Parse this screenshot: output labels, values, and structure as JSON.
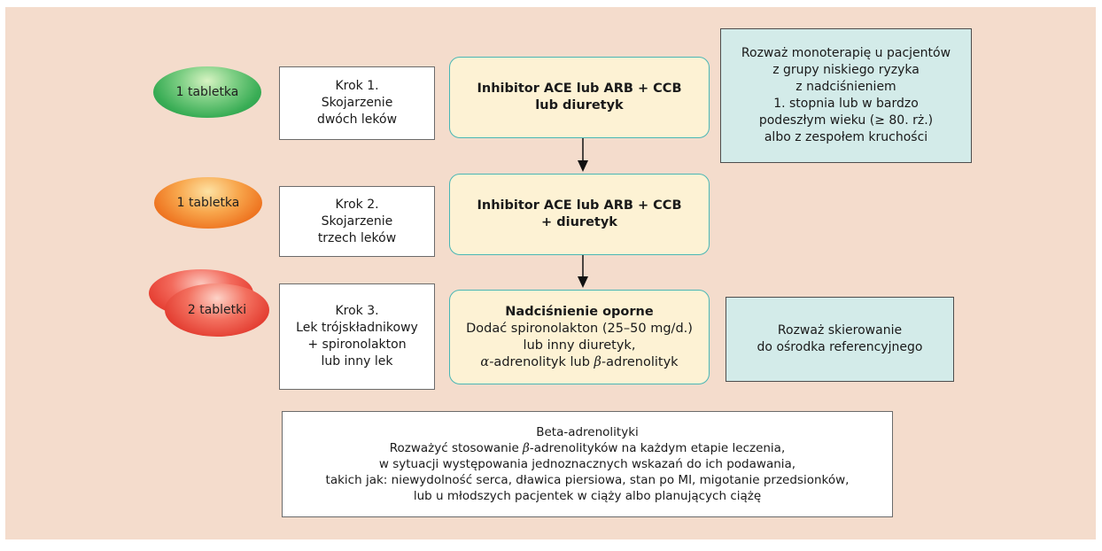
{
  "pills": {
    "step1": "1 tabletka",
    "step2": "1 tabletka",
    "step3": "2 tabletki"
  },
  "steps": {
    "step1": [
      "Krok 1.",
      "Skojarzenie",
      "dwóch leków"
    ],
    "step2": [
      "Krok 2.",
      "Skojarzenie",
      "trzech leków"
    ],
    "step3": [
      "Krok 3.",
      "Lek trójskładnikowy",
      "+ spironolakton",
      "lub inny lek"
    ]
  },
  "drugs": {
    "step1": [
      "Inhibitor ACE lub ARB + CCB",
      "lub diuretyk"
    ],
    "step2": [
      "Inhibitor ACE lub ARB + CCB",
      "+ diuretyk"
    ],
    "step3": {
      "title": "Nadciśnienie oporne",
      "line1": "Dodać spironolakton (25–50 mg/d.)",
      "line2": "lub inny diuretyk,",
      "alpha": "α",
      "mid": "-adrenolityk lub ",
      "beta": "β",
      "end": "-adrenolityk"
    }
  },
  "notes": {
    "monotherapy": [
      "Rozważ monoterapię u pacjentów",
      "z grupy niskiego ryzyka",
      "z nadciśnieniem",
      "1. stopnia lub w bardzo",
      "podeszłym wieku (≥ 80. rż.)",
      "albo z zespołem kruchości"
    ],
    "referral": [
      "Rozważ skierowanie",
      "do ośrodka referencyjnego"
    ]
  },
  "beta_box": {
    "title": "Beta-adrenolityki",
    "l1_pre": "Rozważyć stosowanie ",
    "l1_beta": "β",
    "l1_post": "-adrenolityków na każdym etapie leczenia,",
    "l2": "w sytuacji występowania jednoznacznych wskazań do ich podawania,",
    "l3": "takich jak: niewydolność serca, dławica piersiowa, stan po MI, migotanie przedsionków,",
    "l4": "lub u młodszych pacjentek w ciąży albo planujących ciążę"
  },
  "colors": {
    "background": "#f4dccc",
    "drug_fill": "#fdf2d4",
    "drug_border": "#49b7b5",
    "note_fill": "#d3ebe9"
  }
}
